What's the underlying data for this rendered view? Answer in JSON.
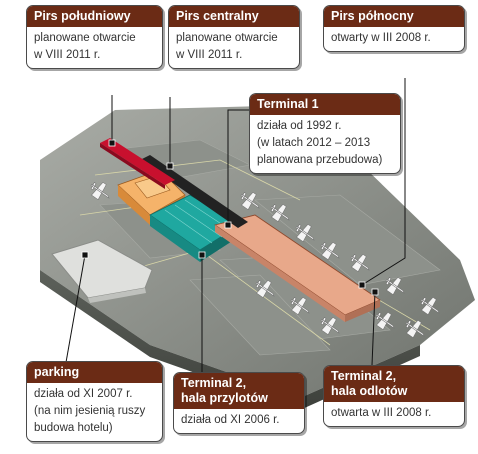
{
  "colors": {
    "header_bg": "#6b2b15",
    "pier_south": "#c8102e",
    "terminal1": "#f5b36a",
    "terminal2_arrivals": "#1fa8a0",
    "terminal2_departures": "#e8a88a"
  },
  "callouts": {
    "south_pier": {
      "title": "Pirs południowy",
      "lines": [
        "planowane otwarcie",
        "w VIII 2011 r."
      ]
    },
    "central_pier": {
      "title": "Pirs centralny",
      "lines": [
        "planowane otwarcie",
        "w VIII 2011 r."
      ]
    },
    "north_pier": {
      "title": "Pirs północny",
      "lines": [
        "otwarty w III 2008 r."
      ]
    },
    "terminal1": {
      "title": "Terminal 1",
      "lines": [
        "działa od 1992 r.",
        "(w latach 2012 – 2013",
        "planowana przebudowa)"
      ]
    },
    "parking": {
      "title": "parking",
      "lines": [
        "działa od XI 2007 r.",
        "(na nim jesienią ruszy",
        "budowa hotelu)"
      ]
    },
    "t2_arrivals": {
      "title_lines": [
        "Terminal 2,",
        "hala przylotów"
      ],
      "lines": [
        "działa od XI 2006 r."
      ]
    },
    "t2_departures": {
      "title_lines": [
        "Terminal 2,",
        "hala odlotów"
      ],
      "lines": [
        "otwarta w III 2008 r."
      ]
    }
  }
}
